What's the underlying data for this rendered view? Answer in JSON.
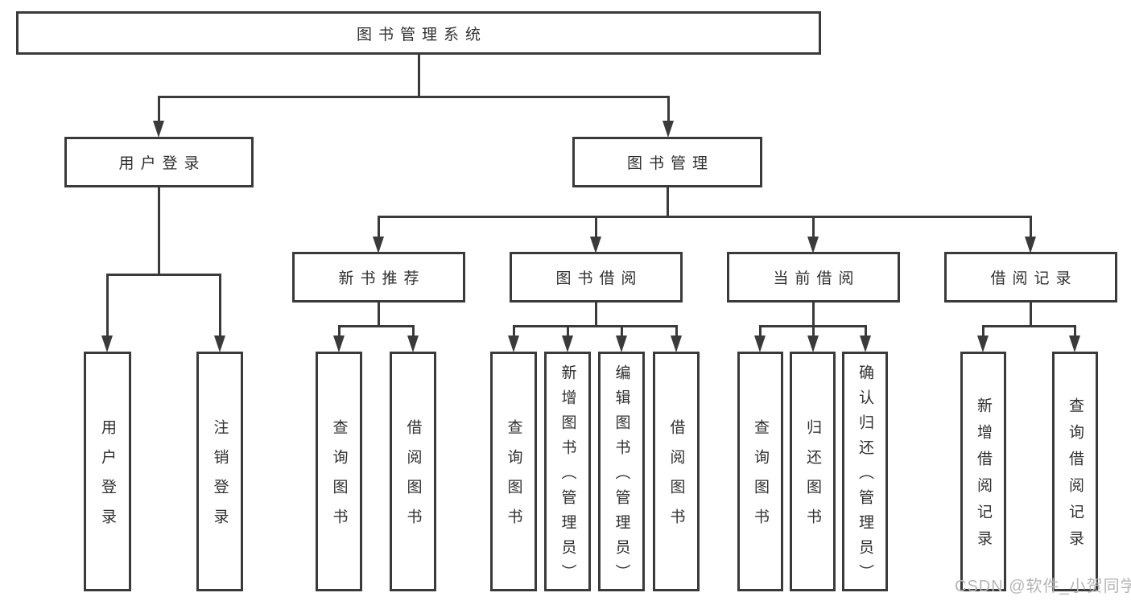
{
  "diagram": {
    "root": {
      "label": "图书管理系统"
    },
    "branches": [
      {
        "label": "用户登录",
        "children": [
          {
            "label": "用户登录"
          },
          {
            "label": "注销登录"
          }
        ]
      },
      {
        "label": "图书管理",
        "children": [
          {
            "label": "新书推荐",
            "children": [
              {
                "label": "查询图书"
              },
              {
                "label": "借阅图书"
              }
            ]
          },
          {
            "label": "图书借阅",
            "children": [
              {
                "label": "查询图书"
              },
              {
                "label": "新增图书（管理员）"
              },
              {
                "label": "编辑图书（管理员）"
              },
              {
                "label": "借阅图书"
              }
            ]
          },
          {
            "label": "当前借阅",
            "children": [
              {
                "label": "查询图书"
              },
              {
                "label": "归还图书"
              },
              {
                "label": "确认归还（管理员）"
              }
            ]
          },
          {
            "label": "借阅记录",
            "children": [
              {
                "label": "新增借阅记录"
              },
              {
                "label": "查询借阅记录"
              }
            ]
          }
        ]
      }
    ]
  },
  "watermark": {
    "text": "CSDN @软件_小贺同学"
  },
  "colors": {
    "line": "#3a3a3a",
    "text": "#303030",
    "watermark": "#b6b6b6",
    "background": "#ffffff"
  }
}
